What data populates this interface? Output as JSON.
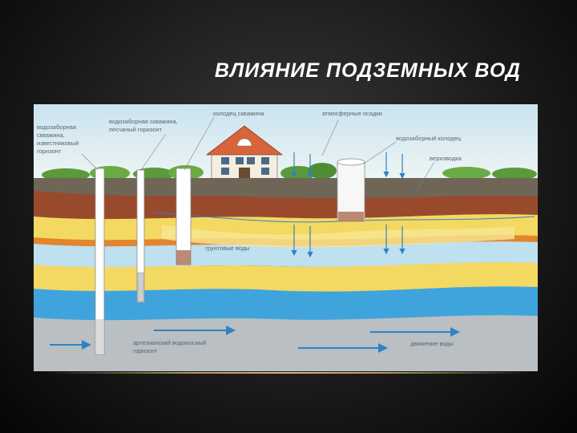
{
  "slide": {
    "title": "ВЛИЯНИЕ ПОДЗЕМНЫХ ВОД"
  },
  "diagram": {
    "labels": {
      "well_limestone_1": "водозаборная",
      "well_limestone_2": "скважина,",
      "well_limestone_3": "известняковый",
      "well_limestone_4": "горизонт",
      "well_sand_1": "водозаборная скважина,",
      "well_sand_2": "песчаный горизонт",
      "dug_well": "колодец скважина",
      "precipitation": "атмосферные осадки",
      "intake_well": "водозаборный колодец",
      "perched_water": "верховодка",
      "ground_water": "грунтовые воды",
      "artesian_1": "артезианский водоносный",
      "artesian_2": "горизонт",
      "flow": "движение воды"
    },
    "colors": {
      "sky_top": "#c9e3ef",
      "sky_bottom": "#eaf3f5",
      "topsoil": "#6f6658",
      "clay": "#9a4a2c",
      "yellow_sand": "#f3d862",
      "aquifer_blue": "#3fa4dc",
      "gray_bedrock": "#b9bfc2",
      "arrow_blue": "#2f83c6"
    }
  }
}
